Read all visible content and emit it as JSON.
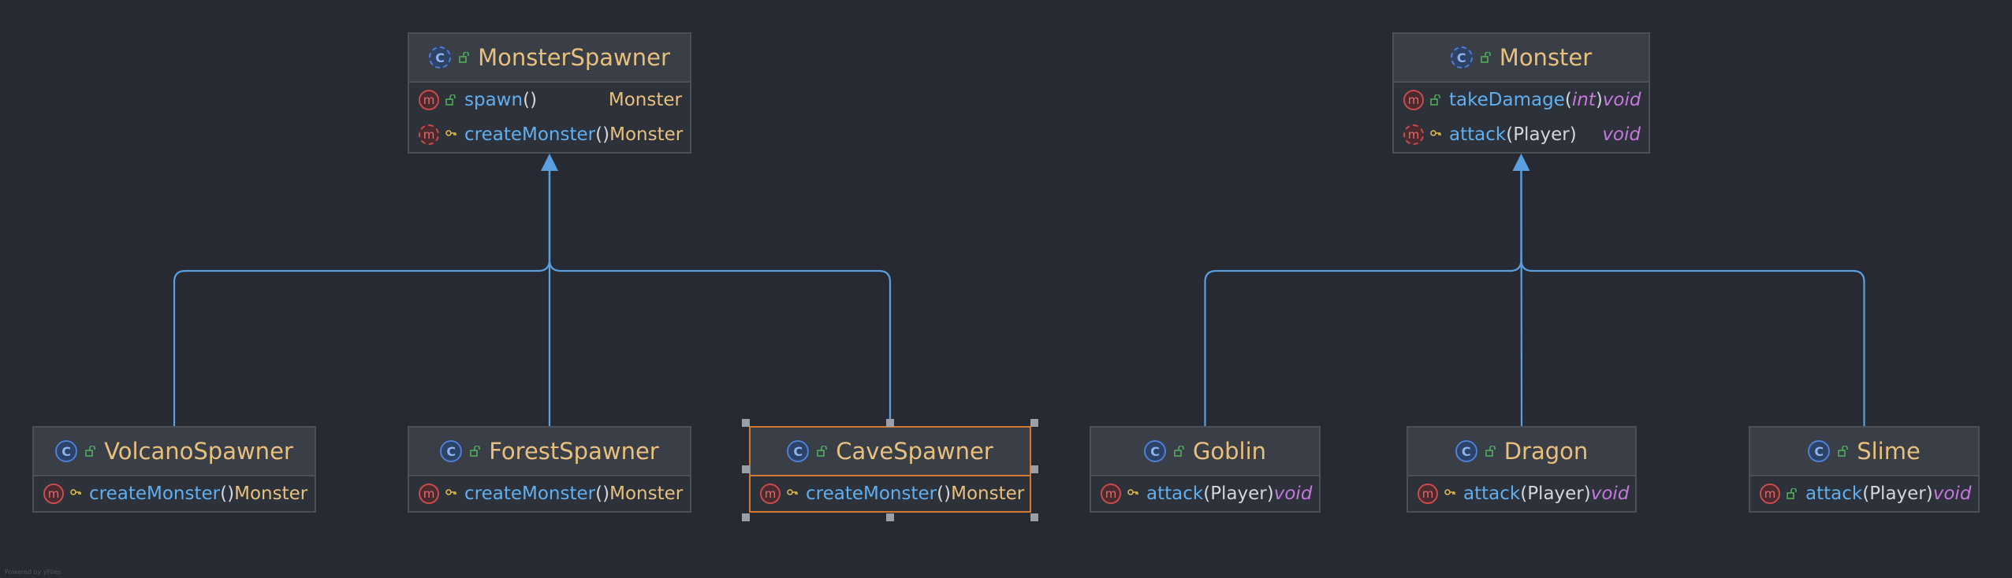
{
  "colors": {
    "background": "#272a33",
    "edge": "#5aa0e0",
    "class_name": "#e8c07d",
    "method_name": "#61afef",
    "void_type": "#c678dd",
    "selection": "#d07a2e"
  },
  "classes": {
    "monster_spawner": {
      "name": "MonsterSpawner",
      "icon": "abstract-class-icon",
      "methods": [
        {
          "name": "spawn",
          "open": "(",
          "params": "",
          "close": ")",
          "ret": "Monster",
          "visibility": "public",
          "abstract": false
        },
        {
          "name": "createMonster",
          "open": "(",
          "params": "",
          "close": ")",
          "ret": "Monster",
          "visibility": "protected",
          "abstract": true
        }
      ]
    },
    "monster": {
      "name": "Monster",
      "icon": "abstract-class-icon",
      "methods": [
        {
          "name": "takeDamage",
          "open": "(",
          "params": "int",
          "close": ")",
          "ret": "void",
          "visibility": "public",
          "abstract": false
        },
        {
          "name": "attack",
          "open": "(",
          "params": "Player",
          "close": ")",
          "ret": "void",
          "visibility": "protected",
          "abstract": true
        }
      ]
    },
    "volcano_spawner": {
      "name": "VolcanoSpawner",
      "icon": "class-icon",
      "methods": [
        {
          "name": "createMonster",
          "open": "(",
          "params": "",
          "close": ")",
          "ret": "Monster",
          "visibility": "protected"
        }
      ]
    },
    "forest_spawner": {
      "name": "ForestSpawner",
      "icon": "class-icon",
      "methods": [
        {
          "name": "createMonster",
          "open": "(",
          "params": "",
          "close": ")",
          "ret": "Monster",
          "visibility": "protected"
        }
      ]
    },
    "cave_spawner": {
      "name": "CaveSpawner",
      "icon": "class-icon",
      "selected": true,
      "methods": [
        {
          "name": "createMonster",
          "open": "(",
          "params": "",
          "close": ")",
          "ret": "Monster",
          "visibility": "protected"
        }
      ]
    },
    "goblin": {
      "name": "Goblin",
      "icon": "class-icon",
      "methods": [
        {
          "name": "attack",
          "open": "(",
          "params": "Player",
          "close": ")",
          "ret": "void",
          "visibility": "protected"
        }
      ]
    },
    "dragon": {
      "name": "Dragon",
      "icon": "class-icon",
      "methods": [
        {
          "name": "attack",
          "open": "(",
          "params": "Player",
          "close": ")",
          "ret": "void",
          "visibility": "protected"
        }
      ]
    },
    "slime": {
      "name": "Slime",
      "icon": "class-icon",
      "methods": [
        {
          "name": "attack",
          "open": "(",
          "params": "Player",
          "close": ")",
          "ret": "void",
          "visibility": "public"
        }
      ]
    }
  },
  "relations": [
    {
      "from": "volcano_spawner",
      "to": "monster_spawner",
      "type": "extends"
    },
    {
      "from": "forest_spawner",
      "to": "monster_spawner",
      "type": "extends"
    },
    {
      "from": "cave_spawner",
      "to": "monster_spawner",
      "type": "extends"
    },
    {
      "from": "goblin",
      "to": "monster",
      "type": "extends"
    },
    {
      "from": "dragon",
      "to": "monster",
      "type": "extends"
    },
    {
      "from": "slime",
      "to": "monster",
      "type": "extends"
    }
  ],
  "footer": "Powered by yFiles"
}
